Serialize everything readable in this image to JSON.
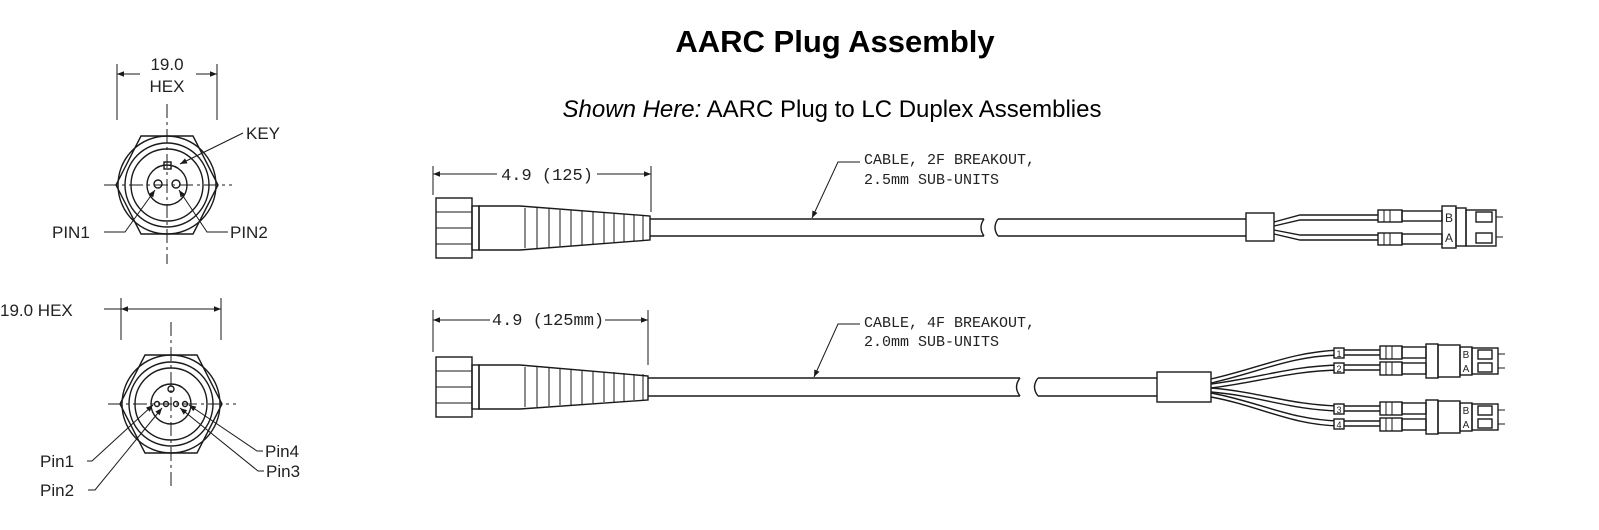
{
  "header": {
    "title": "AARC Plug Assembly",
    "subtitle_lead": "Shown Here:",
    "subtitle_rest": " AARC Plug to LC Duplex Assemblies"
  },
  "connector_2pin": {
    "dim_value": "19.0",
    "dim_hex": "HEX",
    "key_label": "KEY",
    "pin1_label": "PIN1",
    "pin2_label": "PIN2"
  },
  "connector_4pin": {
    "dim_label": "19.0  HEX",
    "pin1_label": "Pin1",
    "pin2_label": "Pin2",
    "pin3_label": "Pin3",
    "pin4_label": "Pin4"
  },
  "assembly_2f": {
    "dimension": "4.9  (125)",
    "cable_line1": "CABLE, 2F BREAKOUT,",
    "cable_line2": "2.5mm SUB-UNITS",
    "label_b": "B",
    "label_a": "A"
  },
  "assembly_4f": {
    "dimension": "4.9  (125mm)",
    "cable_line1": "CABLE, 4F BREAKOUT,",
    "cable_line2": "2.0mm SUB-UNITS",
    "fiber_labels": [
      "1",
      "2",
      "3",
      "4"
    ],
    "label_b": "B",
    "label_a": "A"
  }
}
